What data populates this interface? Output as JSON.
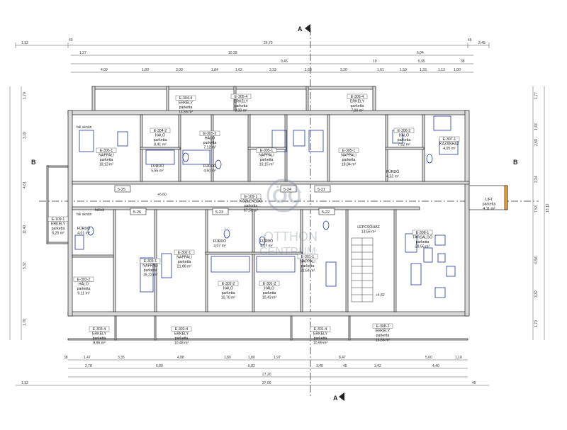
{
  "section": {
    "marker": "A",
    "axis": "B"
  },
  "dims_top": {
    "row1": [
      "1,32",
      "40",
      "26,70",
      "45",
      "2,45"
    ],
    "row2": [
      "1,27",
      "10,39",
      "6,04"
    ],
    "row3": [
      "9,45",
      "10",
      "5,95",
      "38"
    ],
    "row4": [
      "4,09",
      "1,80",
      "3,09",
      "1,84",
      "1,62",
      "3,23",
      "1,63",
      "3,20",
      "1,61",
      "1,59",
      "1,33",
      "1,13",
      "1,00"
    ]
  },
  "dims_bottom": {
    "row1": [
      "38",
      "1,47",
      "3,35",
      "4,88",
      "1,80",
      "1,80",
      "1,97",
      "8,47",
      "5,60",
      "1,10"
    ],
    "row2": [
      "2,78",
      "6,80",
      "5,82",
      "3,40",
      "45",
      "3,42",
      "4,40"
    ],
    "row3": [
      "27,20"
    ],
    "row4": [
      "1,32",
      "27,00",
      "45"
    ]
  },
  "dims_left": [
    "1,70",
    "3,19",
    "4,61",
    "11,40",
    "5,32",
    "1,79"
  ],
  "dims_right": [
    "1,77",
    "1,43",
    "2,59",
    "2,24",
    "7,53",
    "13,12",
    "6,56",
    "3,32",
    "1,70"
  ],
  "rooms": [
    {
      "code": "E-304-4",
      "name": "ERKÉLY",
      "floor": "parketta",
      "area": "13,55 m²"
    },
    {
      "code": "E-305-4",
      "name": "ERKÉLY",
      "floor": "parketta",
      "area": "8,00 m²"
    },
    {
      "code": "E-306-4",
      "name": "ERKÉLY",
      "floor": "parketta",
      "area": "7,00 m²"
    },
    {
      "code": "E-304-2",
      "name": "HÁLÓ",
      "floor": "parketta",
      "area": "8,41 m²"
    },
    {
      "code": "E-305-2",
      "name": "HÁLÓ",
      "floor": "parketta",
      "area": "7,12 m²"
    },
    {
      "code": "E-306-2",
      "name": "HÁLÓ",
      "floor": "parketta",
      "area": "7,02 m²"
    },
    {
      "code": "E-305-1",
      "name": "NAPPALI",
      "floor": "parketta",
      "area": "19,13 m²"
    },
    {
      "code": "E-305-1",
      "name": "NAPPALI",
      "floor": "parketta",
      "area": "19,15 m²"
    },
    {
      "code": "E-305-1",
      "name": "NAPPALI",
      "floor": "parketta",
      "area": "18,84 m²"
    },
    {
      "code": "E-307-1",
      "name": "KAZÁNHÁZ",
      "floor": "",
      "area": "4,05 m²"
    },
    {
      "code": "",
      "name": "FÜRDŐ",
      "floor": "",
      "area": "5,55 m²"
    },
    {
      "code": "",
      "name": "FÜRDŐ",
      "floor": "",
      "area": "4,50 m²"
    },
    {
      "code": "",
      "name": "FÜRDŐ",
      "floor": "",
      "area": "4,52 m²"
    },
    {
      "code": "E-109-1",
      "name": "KÖZLEKEDŐ",
      "floor": "parketta",
      "area": "67,50 m²"
    },
    {
      "code": "E-109-1",
      "name": "ERKÉLY",
      "floor": "parketta",
      "area": "6,25 m²"
    },
    {
      "code": "",
      "name": "LIFT",
      "floor": "parketta",
      "area": "4,11 m²"
    },
    {
      "code": "",
      "name": "FÜRDŐ",
      "floor": "",
      "area": "4,01 m²"
    },
    {
      "code": "E-303-1",
      "name": "NAPPALI",
      "floor": "parketta",
      "area": "19,22 m²"
    },
    {
      "code": "E-303-2",
      "name": "HÁLÓ",
      "floor": "parketta",
      "area": "9,11 m²"
    },
    {
      "code": "E-302-1",
      "name": "NAPPALI",
      "floor": "parketta",
      "area": "21,88 m²"
    },
    {
      "code": "",
      "name": "FÜRDŐ",
      "floor": "",
      "area": "4,07 m²"
    },
    {
      "code": "",
      "name": "FÜRDŐ",
      "floor": "",
      "area": "4,07 m²"
    },
    {
      "code": "E-302-2",
      "name": "HÁLÓ",
      "floor": "parketta",
      "area": "10,70 m²"
    },
    {
      "code": "E-301-2",
      "name": "HÁLÓ",
      "floor": "parketta",
      "area": "10,43 m²"
    },
    {
      "code": "E-301-1",
      "name": "NAPPALI",
      "floor": "parketta",
      "area": "21,64 m²"
    },
    {
      "code": "",
      "name": "LÉPCSŐHÁZ",
      "floor": "",
      "area": "13,55 m²"
    },
    {
      "code": "E-308-1",
      "name": "TÁRSALGÓ",
      "floor": "parketta",
      "area": "28,56 m²"
    },
    {
      "code": "E-303-4",
      "name": "ERKÉLY",
      "floor": "parketta",
      "area": "9,96 m²"
    },
    {
      "code": "E-302-4",
      "name": "ERKÉLY",
      "floor": "parketta",
      "area": "10,48 m²"
    },
    {
      "code": "E-301-4",
      "name": "ERKÉLY",
      "floor": "parketta",
      "area": "10,99 m²"
    },
    {
      "code": "E-308-2",
      "name": "ERKÉLY",
      "floor": "parketta",
      "area": "13,66 m²"
    }
  ],
  "unit_tags": [
    "5-25",
    "5-24",
    "5-21",
    "5-26",
    "5-23",
    "5-22"
  ],
  "misc": {
    "level_mark_1": "+6,60",
    "level_mark_2": "+4,82",
    "door_label": "falikút",
    "shaft_label": "fali aknán"
  },
  "watermark": {
    "mark": "ÖC",
    "line1": "OTTHON",
    "line2": "CENTRUM"
  }
}
